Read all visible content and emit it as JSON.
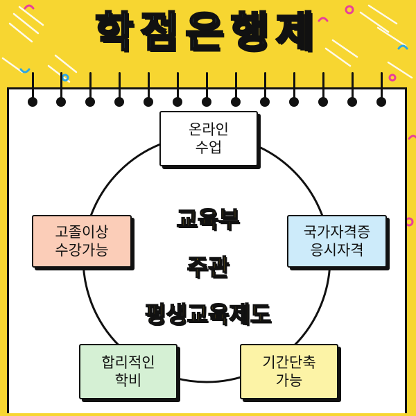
{
  "title": "학점은행제",
  "center": {
    "line1": "교육부",
    "line2": "주관",
    "line3": "평생교육제도"
  },
  "nodes": {
    "online": {
      "line1": "온라인",
      "line2": "수업",
      "color": "#FFFFFF"
    },
    "certificate": {
      "line1": "국가자격증",
      "line2": "응시자격",
      "color": "#CDEBFA"
    },
    "period": {
      "line1": "기간단축",
      "line2": "가능",
      "color": "#FCF3A6"
    },
    "tuition": {
      "line1": "합리적인",
      "line2": "학비",
      "color": "#D5F0D4"
    },
    "eligibility": {
      "line1": "고졸이상",
      "line2": "수강가능",
      "color": "#FBCDB8"
    }
  },
  "colors": {
    "background": "#F7D631",
    "title_fill": "#7FD6F5",
    "center_text": "#F5C21B"
  }
}
